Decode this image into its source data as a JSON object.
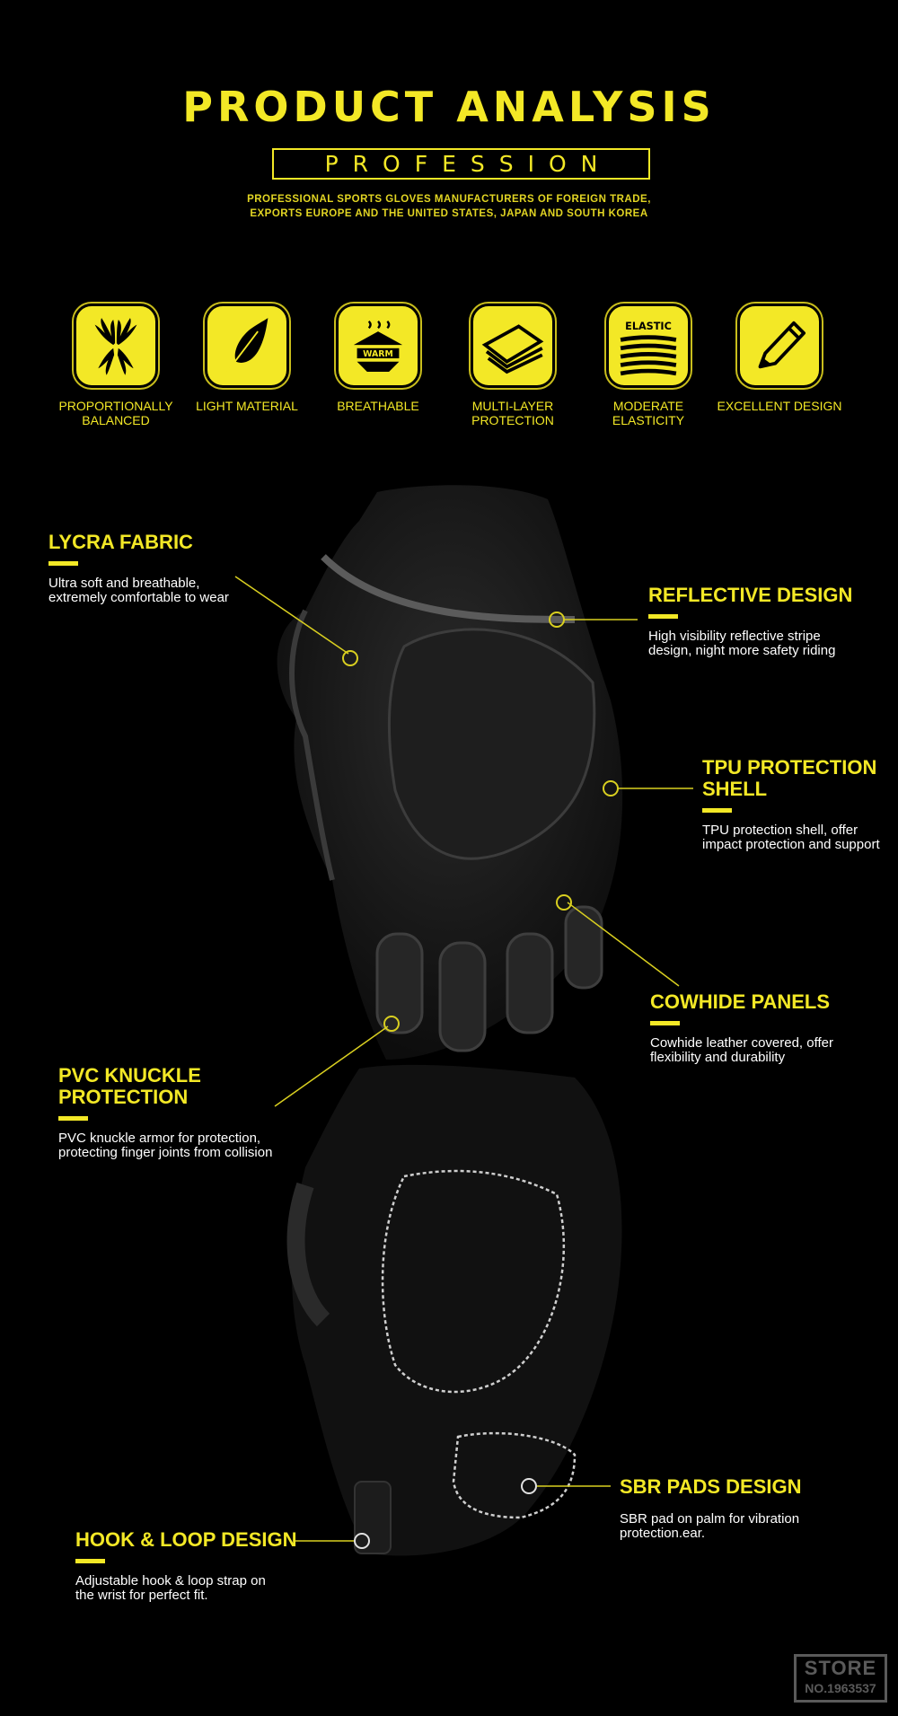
{
  "header": {
    "title": "PRODUCT ANALYSIS",
    "subtitle": "PROFESSION",
    "intro_line1": "PROFESSIONAL SPORTS GLOVES MANUFACTURERS OF FOREIGN TRADE,",
    "intro_line2": "EXPORTS EUROPE AND THE UNITED STATES, JAPAN AND SOUTH KOREA"
  },
  "features": [
    {
      "label": "PROPORTIONALLY BALANCED",
      "icon": "balanced-hands-icon"
    },
    {
      "label": "LIGHT MATERIAL",
      "icon": "feather-icon"
    },
    {
      "label": "BREATHABLE",
      "icon": "warm-icon",
      "icon_text": "WARM"
    },
    {
      "label": "MULTI-LAYER PROTECTION",
      "icon": "layers-icon"
    },
    {
      "label": "MODERATE ELASTICITY",
      "icon": "elastic-icon",
      "icon_text": "ELASTIC"
    },
    {
      "label": "EXCELLENT DESIGN",
      "icon": "pencil-icon"
    }
  ],
  "callouts": {
    "lycra": {
      "title": "LYCRA FABRIC",
      "desc": "Ultra soft and breathable, extremely comfortable to wear"
    },
    "reflective": {
      "title": "REFLECTIVE DESIGN",
      "desc": "High visibility reflective stripe design, night more safety riding"
    },
    "tpu": {
      "title": "TPU PROTECTION SHELL",
      "desc": "TPU protection shell, offer impact protection and support"
    },
    "cowhide": {
      "title": "COWHIDE PANELS",
      "desc": "Cowhide leather covered, offer flexibility and durability"
    },
    "pvc": {
      "title": "PVC KNUCKLE PROTECTION",
      "desc": "PVC knuckle armor for protection, protecting finger joints from collision"
    },
    "sbr": {
      "title": "SBR PADS DESIGN",
      "desc": "SBR pad on palm for vibration protection.ear."
    },
    "hook": {
      "title": "HOOK & LOOP DESIGN",
      "desc": "Adjustable hook & loop strap on the wrist for perfect fit."
    }
  },
  "store": {
    "line1": "STORE",
    "line2": "NO.1963537"
  },
  "colors": {
    "accent": "#f3e826",
    "background": "#000000",
    "text": "#ffffff"
  }
}
